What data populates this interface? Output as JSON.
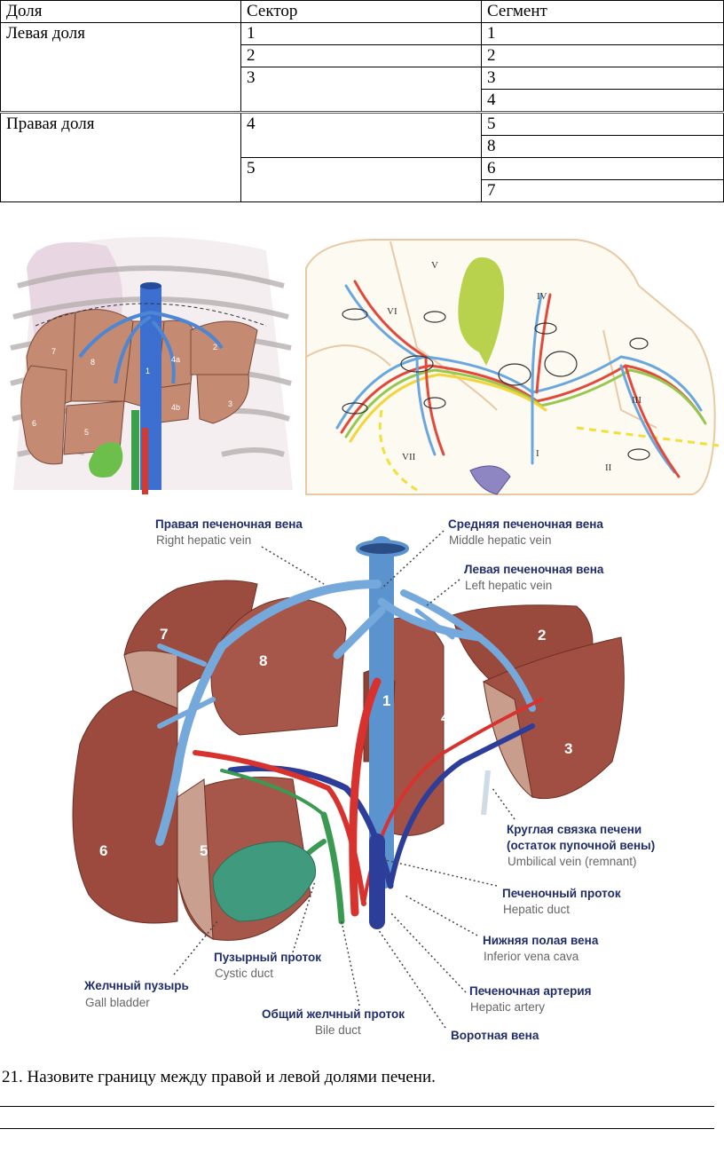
{
  "table": {
    "headers": [
      "Доля",
      "Сектор",
      "Сегмент"
    ],
    "rows": [
      {
        "lobe": "Левая доля",
        "sector": "1",
        "segment": "1"
      },
      {
        "lobe": "",
        "sector": "2",
        "segment": "2"
      },
      {
        "lobe": "",
        "sector": "3",
        "segment": "3"
      },
      {
        "lobe": "",
        "sector": "",
        "segment": "4"
      },
      {
        "lobe": "Правая доля",
        "sector": "4",
        "segment": "5"
      },
      {
        "lobe": "",
        "sector": "",
        "segment": "8"
      },
      {
        "lobe": "",
        "sector": "5",
        "segment": "6"
      },
      {
        "lobe": "",
        "sector": "",
        "segment": "7"
      }
    ]
  },
  "figure_top_left": {
    "segments": [
      "7",
      "8",
      "1",
      "4a",
      "2",
      "6",
      "4b",
      "3",
      "5"
    ]
  },
  "figure_top_right": {
    "roman_segments": [
      "V",
      "IV",
      "VI",
      "III",
      "VII",
      "I",
      "II"
    ]
  },
  "figure_main": {
    "segments": [
      "7",
      "8",
      "1",
      "4",
      "2",
      "3",
      "6",
      "5"
    ],
    "labels": {
      "right_hepatic_vein": {
        "ru": "Правая печеночная вена",
        "en": "Right hepatic vein"
      },
      "middle_hepatic_vein": {
        "ru": "Средняя печеночная вена",
        "en": "Middle hepatic vein"
      },
      "left_hepatic_vein": {
        "ru": "Левая печеночная вена",
        "en": "Left hepatic vein"
      },
      "umbilical_vein": {
        "ru1": "Круглая связка печени",
        "ru2": "(остаток пупочной вены)",
        "en": "Umbilical vein (remnant)"
      },
      "hepatic_duct": {
        "ru": "Печеночный проток",
        "en": "Hepatic duct"
      },
      "ivc": {
        "ru": "Нижняя полая вена",
        "en": "Inferior vena cava"
      },
      "hepatic_artery": {
        "ru": "Печеночная артерия",
        "en": "Hepatic artery"
      },
      "portal_vein": {
        "ru": "Воротная вена"
      },
      "bile_duct": {
        "ru": "Общий желчный проток",
        "en": "Bile duct"
      },
      "cystic_duct": {
        "ru": "Пузырный проток",
        "en": "Cystic duct"
      },
      "gall_bladder": {
        "ru": "Желчный пузырь",
        "en": "Gall bladder"
      }
    }
  },
  "question": "21. Назовите границу между правой и левой долями печени.",
  "colors": {
    "liver": "#a35848",
    "vein": "#5b93cf",
    "artery": "#d8322f",
    "duct": "#3b9a52",
    "gallbladder": "#3f9a7e"
  }
}
